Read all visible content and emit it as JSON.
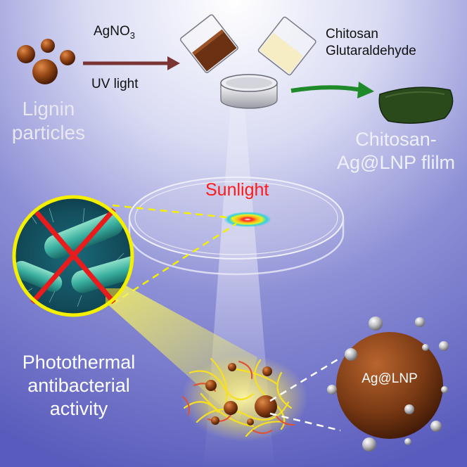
{
  "labels": {
    "reagent_main": "AgNO",
    "reagent_sub": "3",
    "uv_light": "UV light",
    "chitosan": "Chitosan",
    "glutaraldehyde": "Glutaraldehyde",
    "lignin_line1": "Lignin",
    "lignin_line2": "particles",
    "film_line1": "Chitosan-",
    "film_line2": "Ag@LNP flilm",
    "sunlight": "Sunlight",
    "activity_line1": "Photothermal",
    "activity_line2": "antibacterial",
    "activity_line3": "activity",
    "nanoparticle": "Ag@LNP"
  },
  "colors": {
    "background_top": "#ffffff",
    "background_bottom": "#5a5cbd",
    "lignin_brown": "#8a4419",
    "arrow_brown": "#7a3434",
    "arrow_green": "#1f8a2a",
    "film_green": "#2e4a1e",
    "sunlight_red": "#ff1a1a",
    "circle_border": "#f4f000",
    "cross_red": "#e81c1c",
    "dashed_yellow": "#f4f000",
    "dashed_white": "#ffffff"
  },
  "icons": [
    "lignin-particles-icon",
    "brown-beaker-icon",
    "cream-beaker-icon",
    "petri-dish-icon",
    "film-icon",
    "bacteria-icon",
    "nanoparticle-cluster-icon"
  ]
}
